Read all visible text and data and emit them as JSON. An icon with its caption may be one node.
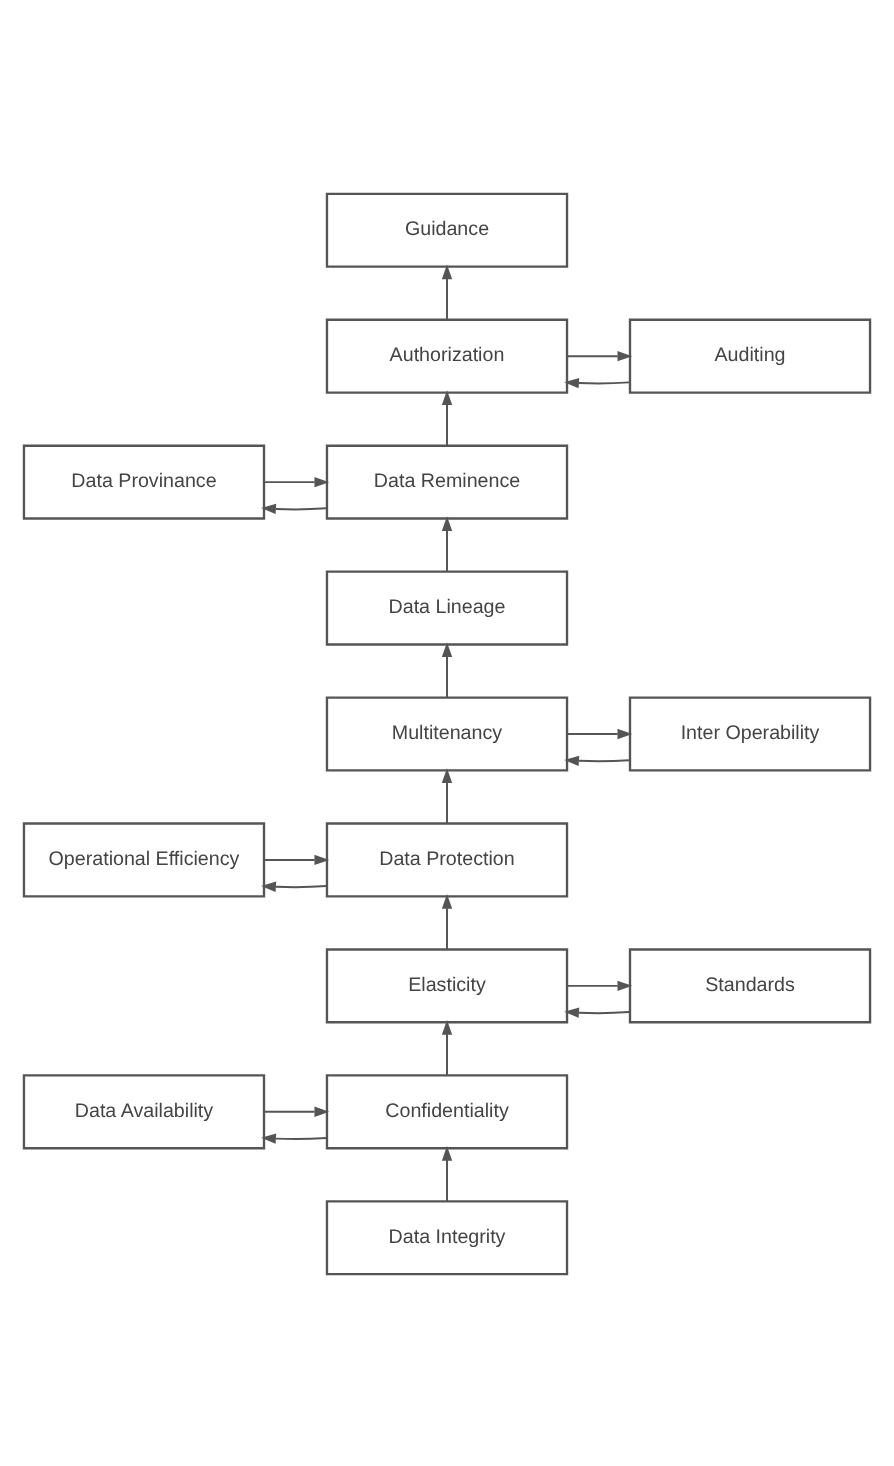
{
  "diagram": {
    "nodes": [
      {
        "text": [
          "Guidance"
        ]
      },
      {
        "text": [
          "Authorization"
        ]
      },
      {
        "text": [
          "Auditing"
        ]
      },
      {
        "text": [
          "Data Provinance"
        ]
      },
      {
        "text": [
          "Data Reminence"
        ]
      },
      {
        "text": [
          "Data Lineage"
        ]
      },
      {
        "text": [
          "Multitenancy"
        ]
      },
      {
        "text": [
          "Inter Operability"
        ]
      },
      {
        "text": [
          "Operational Efficiency"
        ]
      },
      {
        "text": [
          "Data Protection"
        ]
      },
      {
        "text": [
          "Elasticity"
        ]
      },
      {
        "text": [
          "Standards"
        ]
      },
      {
        "text": [
          "Data Availability"
        ]
      },
      {
        "text": [
          "Confidentiality"
        ]
      },
      {
        "text": [
          "Data Integrity"
        ]
      }
    ],
    "edges": [
      {
        "from": 1,
        "to": 0,
        "arrow": "to"
      },
      {
        "from": 1,
        "to": 2,
        "arrow": "to"
      },
      {
        "from": 2,
        "to": 1,
        "arrow": "to"
      },
      {
        "from": 3,
        "to": 4,
        "arrow": "to"
      },
      {
        "from": 4,
        "to": 3,
        "arrow": "to"
      },
      {
        "from": 4,
        "to": 1,
        "arrow": "to"
      },
      {
        "from": 5,
        "to": 4,
        "arrow": "to"
      },
      {
        "from": 6,
        "to": 5,
        "arrow": "to"
      },
      {
        "from": 6,
        "to": 7,
        "arrow": "to"
      },
      {
        "from": 7,
        "to": 6,
        "arrow": "to"
      },
      {
        "from": 8,
        "to": 9,
        "arrow": "to"
      },
      {
        "from": 9,
        "to": 8,
        "arrow": "to"
      },
      {
        "from": 9,
        "to": 6,
        "arrow": "to"
      },
      {
        "from": 10,
        "to": 9,
        "arrow": "to"
      },
      {
        "from": 10,
        "to": 11,
        "arrow": "to"
      },
      {
        "from": 11,
        "to": 10,
        "arrow": "to"
      },
      {
        "from": 12,
        "to": 13,
        "arrow": "to"
      },
      {
        "from": 13,
        "to": 12,
        "arrow": "to"
      },
      {
        "from": 13,
        "to": 10,
        "arrow": "to"
      },
      {
        "from": 14,
        "to": 13,
        "arrow": "to"
      }
    ]
  }
}
